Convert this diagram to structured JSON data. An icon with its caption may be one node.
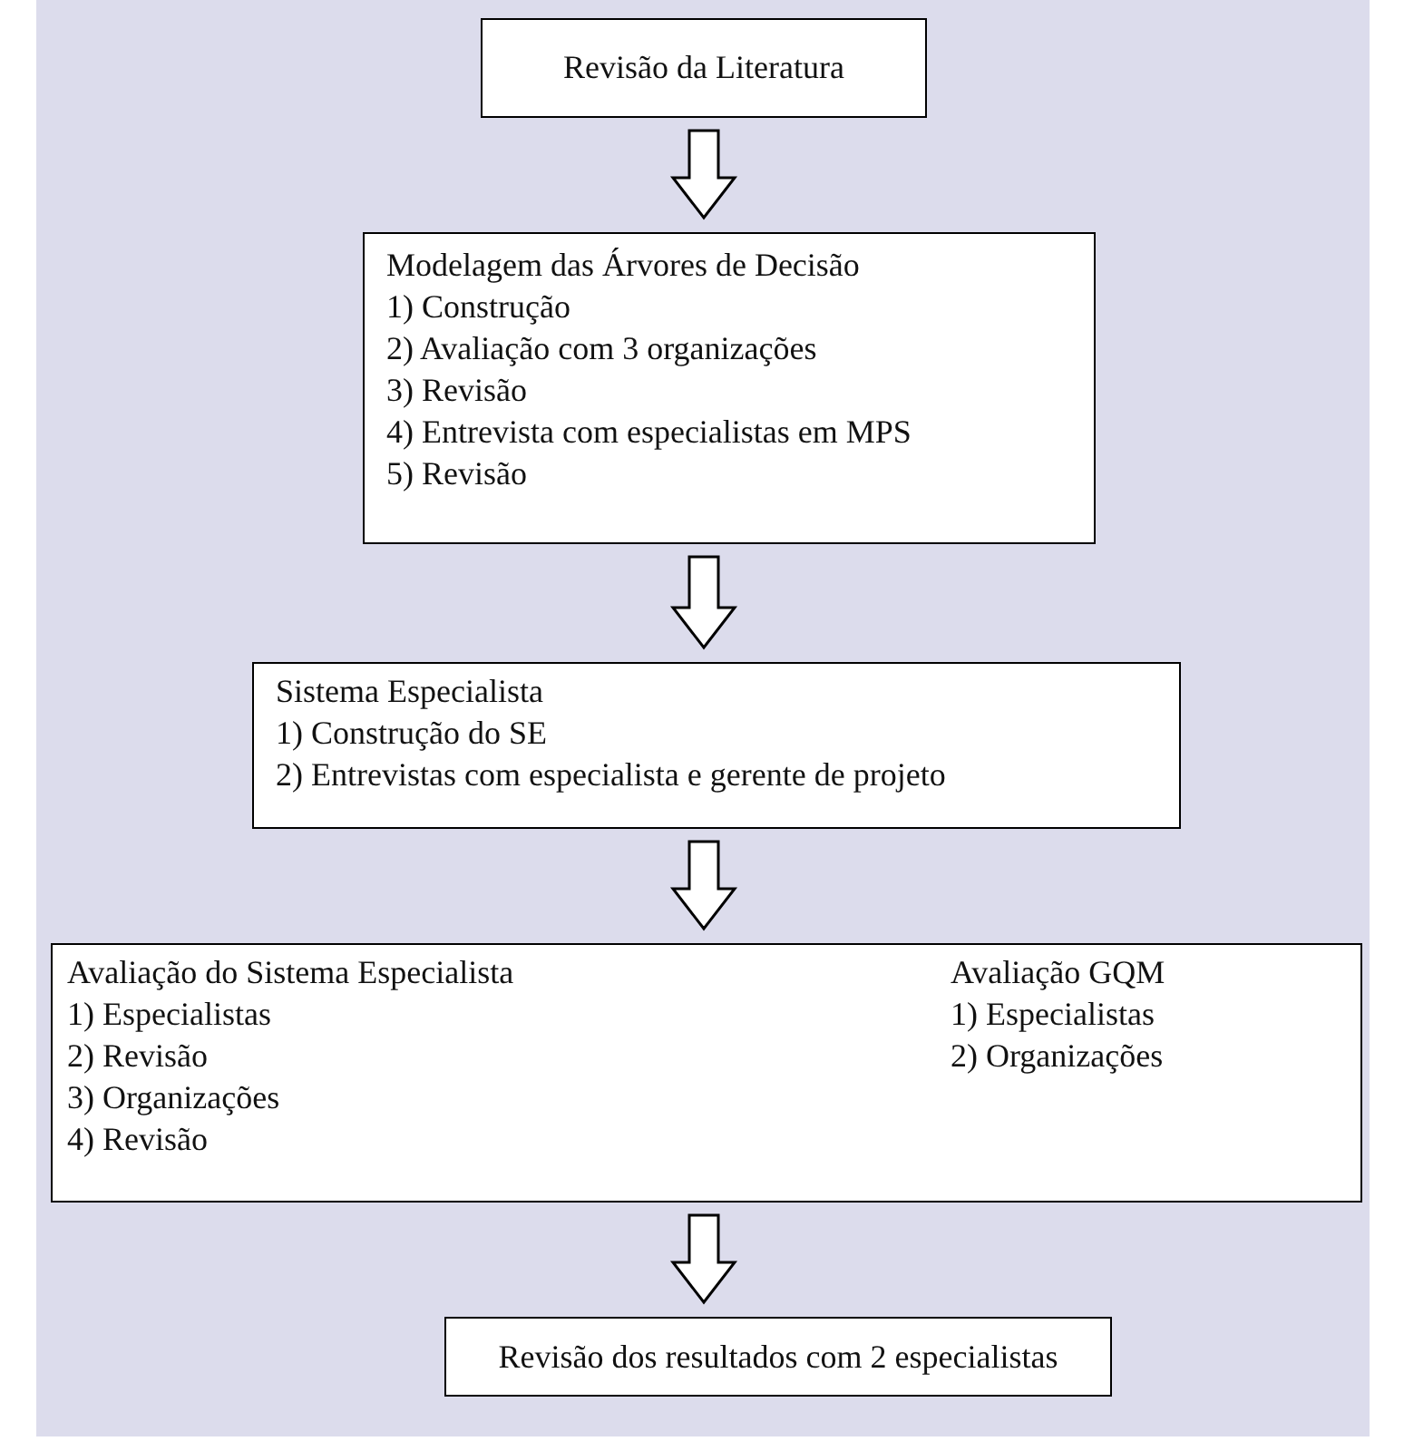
{
  "diagram": {
    "nodes": [
      {
        "text": [
          "Revisão da Literatura"
        ]
      },
      {
        "text": [
          "Modelagem das Árvores de Decisão",
          "1) Construção",
          "2) Avaliação com 3 organizações",
          "3) Revisão",
          "4) Entrevista com especialistas em MPS",
          "5) Revisão"
        ]
      },
      {
        "text": [
          "Sistema Especialista",
          "1) Construção do SE",
          "2) Entrevistas com especialista e gerente de projeto"
        ]
      },
      {
        "text": [
          "Avaliação do Sistema Especialista",
          "1) Especialistas",
          "2) Revisão",
          "3) Organizações",
          "4) Revisão",
          "Avaliação GQM",
          "1) Especialistas",
          "2) Organizações"
        ]
      },
      {
        "text": [
          "Revisão dos resultados com 2 especialistas"
        ]
      }
    ],
    "edges": [
      {
        "from": 0,
        "to": 1,
        "arrow": "to"
      },
      {
        "from": 1,
        "to": 2,
        "arrow": "to"
      },
      {
        "from": 2,
        "to": 3,
        "arrow": "to"
      },
      {
        "from": 3,
        "to": 4,
        "arrow": "to"
      }
    ]
  }
}
